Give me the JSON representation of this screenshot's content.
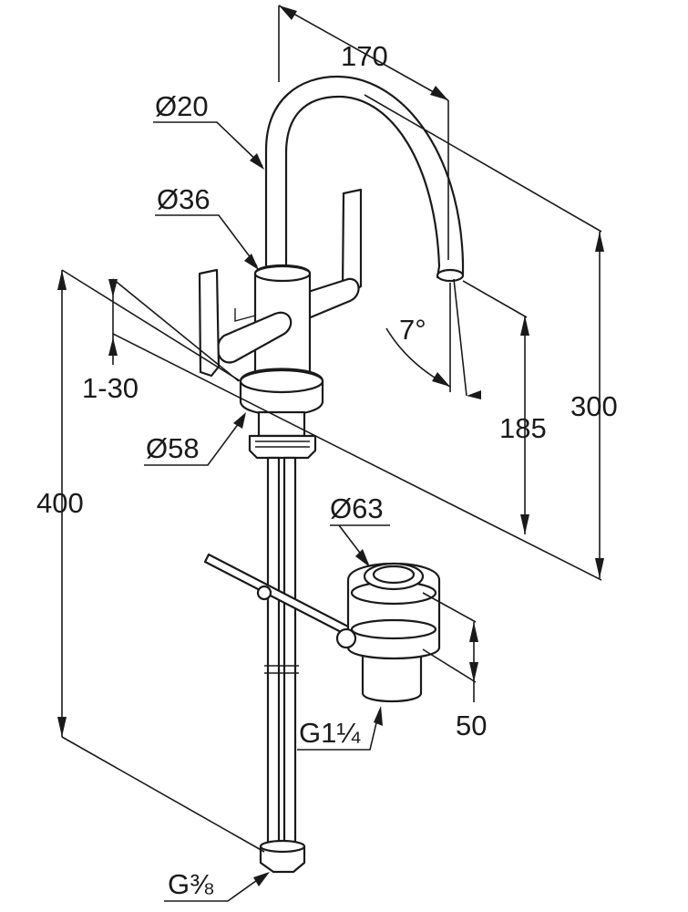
{
  "dimensions": {
    "spout_reach": "170",
    "spout_diameter": "Ø20",
    "body_diameter": "Ø36",
    "thickness_range": "1-30",
    "base_diameter": "Ø58",
    "total_height": "400",
    "spout_angle": "7°",
    "outlet_height": "185",
    "spout_height": "300",
    "waste_diameter": "Ø63",
    "waste_height": "50",
    "waste_thread": "G1¼",
    "supply_thread": "G⅜"
  }
}
